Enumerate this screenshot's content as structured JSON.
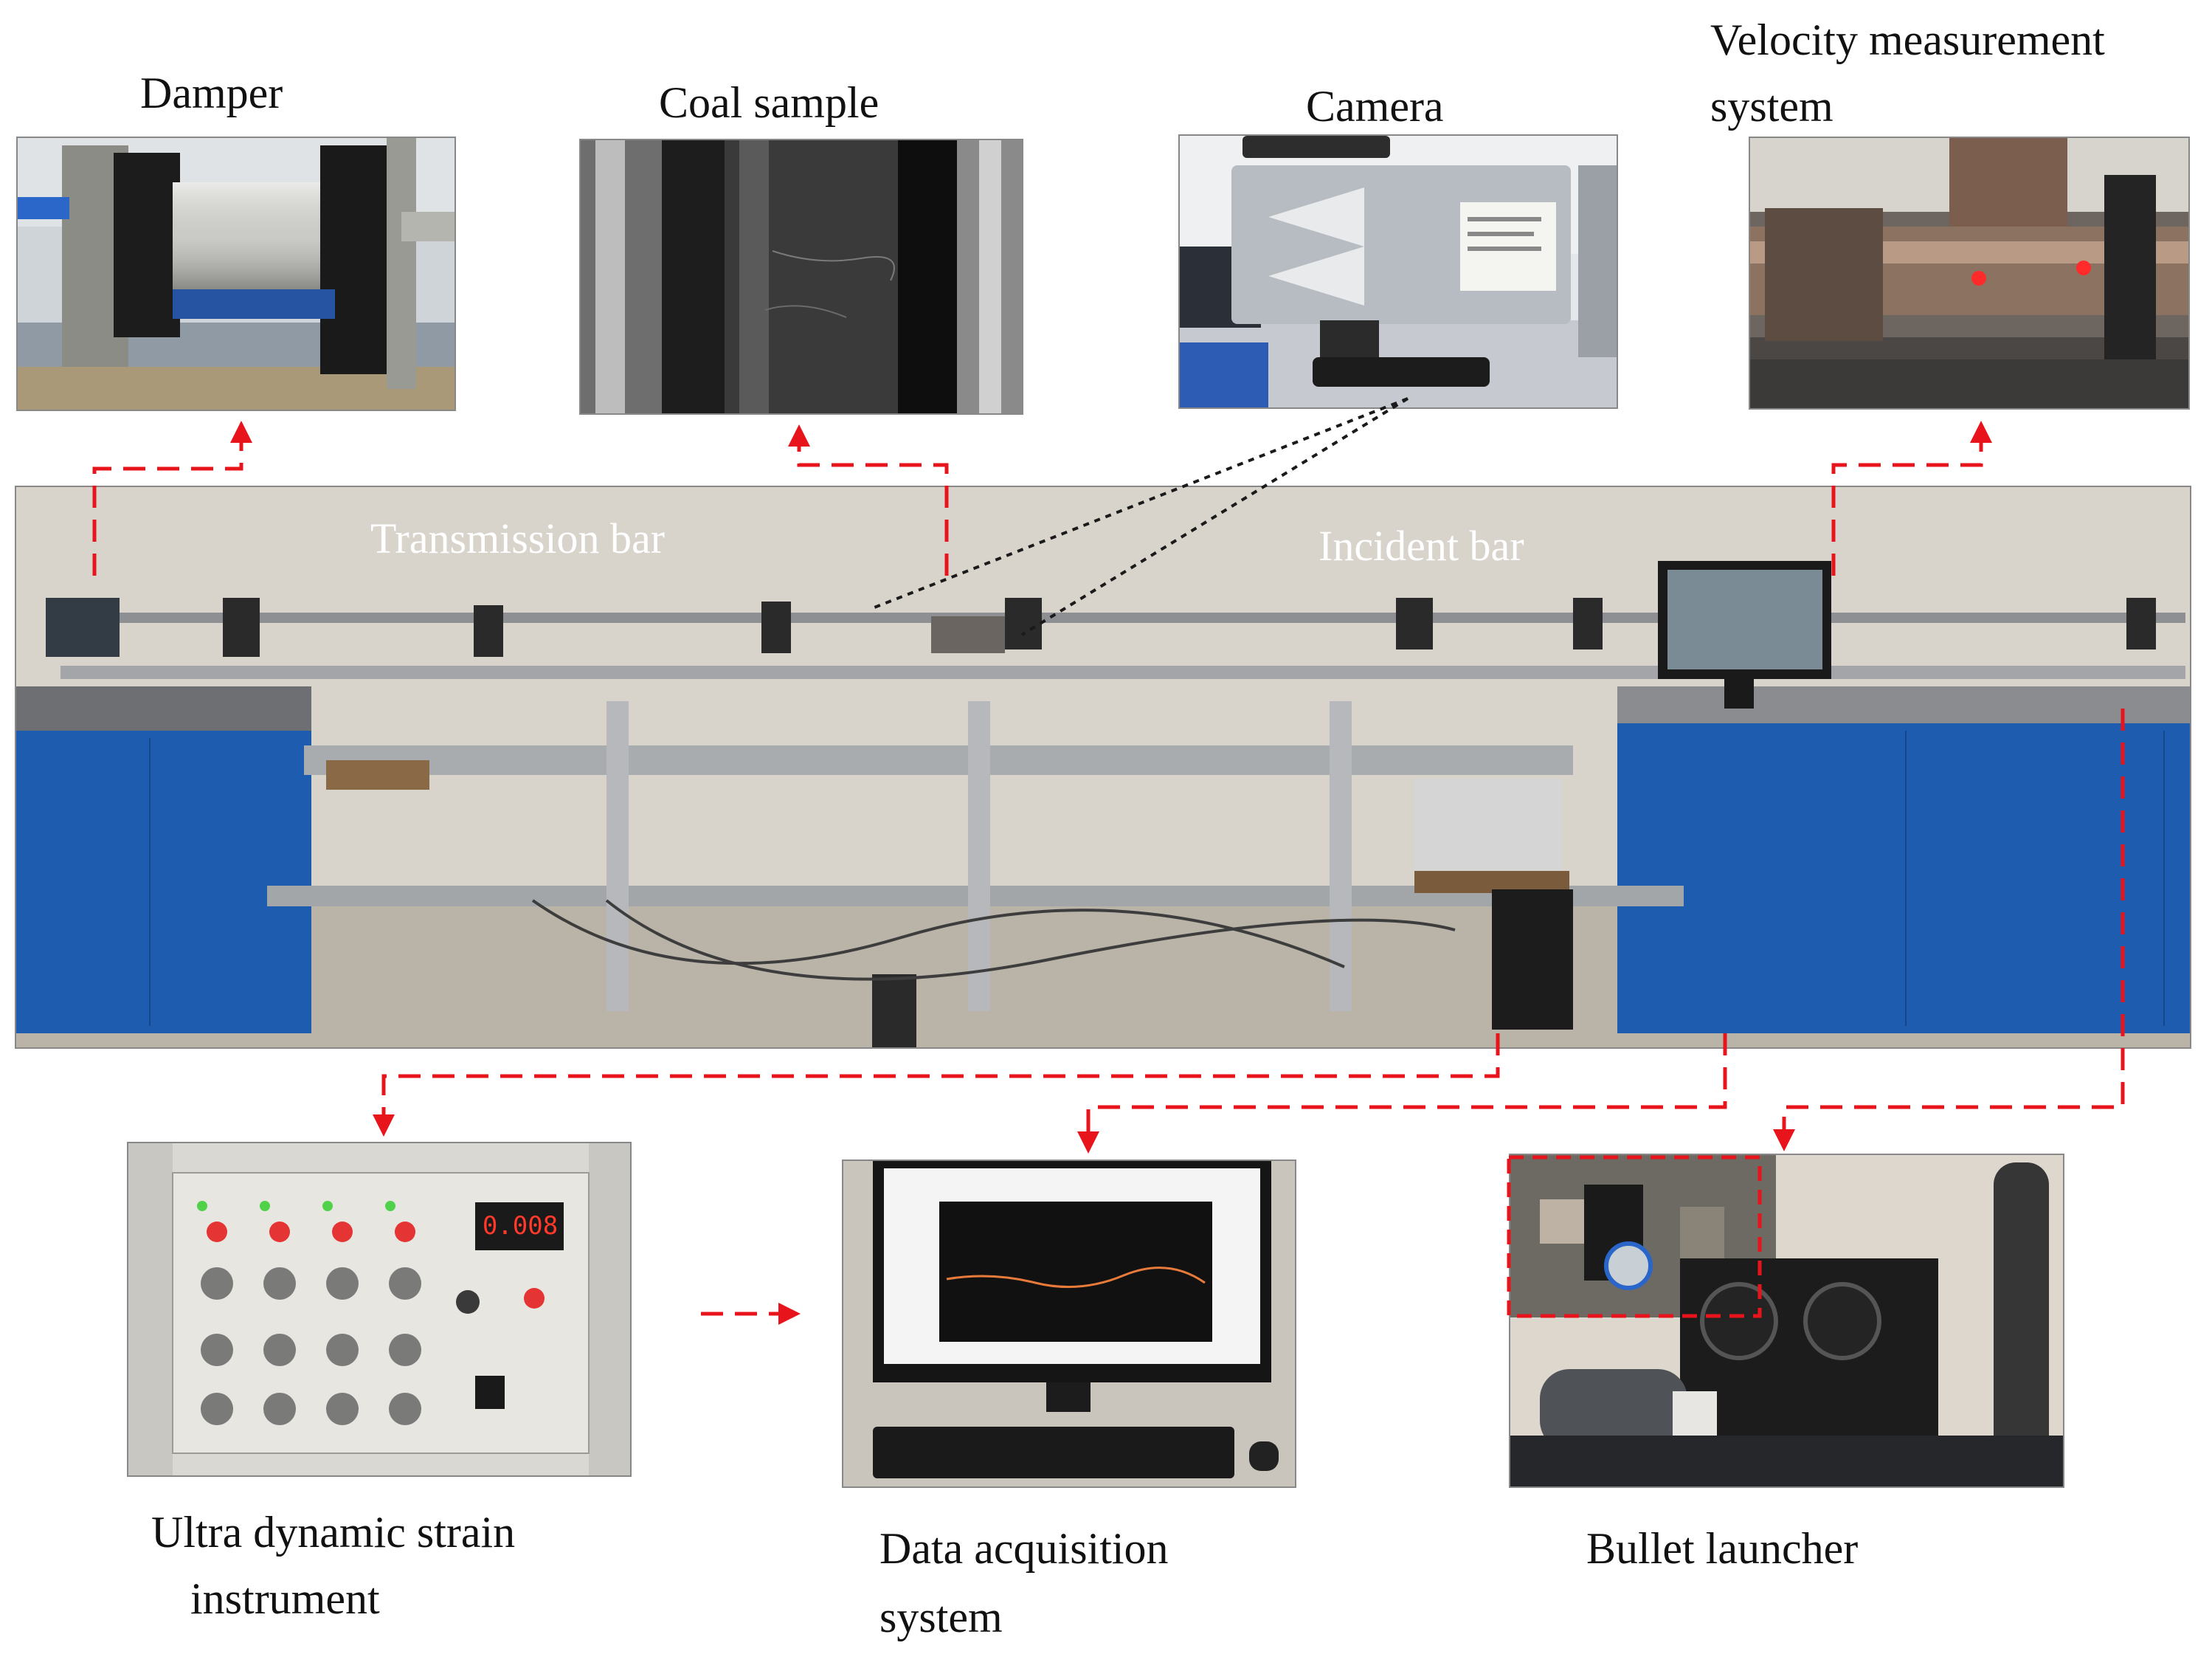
{
  "labels": {
    "damper": "Damper",
    "coal_sample": "Coal sample",
    "camera": "Camera",
    "velocity_line1": "Velocity measurement",
    "velocity_line2": "system",
    "transmission_bar": "Transmission  bar",
    "incident_bar": "Incident bar",
    "strain_line1": "Ultra dynamic strain",
    "strain_line2": "instrument",
    "daq_line1": "Data acquisition",
    "daq_line2": "system",
    "bullet_launcher": "Bullet launcher"
  },
  "strain_display": "0.008",
  "colors": {
    "arrow": "#e8141b",
    "cabinet": "#1e5cb0",
    "wall": "#d8d4cc",
    "floor": "#b9b3a8"
  }
}
